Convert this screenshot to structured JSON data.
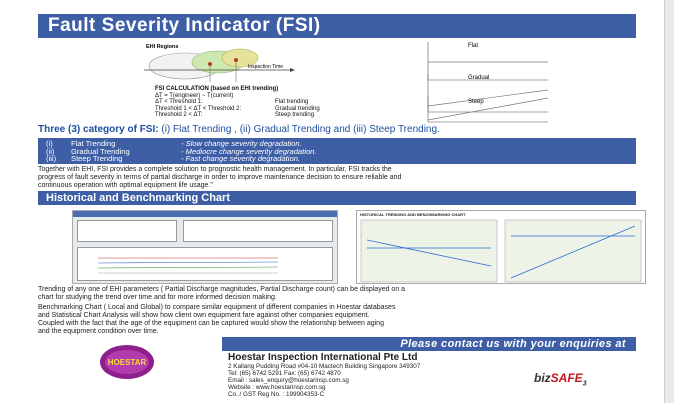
{
  "header": {
    "title": "Fault Severity Indicator (FSI)"
  },
  "diagram": {
    "ehi_regions": "EHI Regions",
    "inspection_time": "Inspection Time"
  },
  "calc": {
    "title": "FSI CALCULATION (based on EHI trending)",
    "formula": "ΔT = T(engineer) − T(current)",
    "rows": [
      {
        "left": "ΔT < Threshold 1:",
        "right": "Flat trending"
      },
      {
        "left": "Threshold 1 < ΔT < Threshold 2:",
        "right": "Gradual trending"
      },
      {
        "left": "Threshold 2 < ΔT:",
        "right": "Steep trending"
      }
    ]
  },
  "mini_charts": [
    "Flat",
    "Gradual",
    "Steep"
  ],
  "three": {
    "heading": "Three (3) category of FSI:",
    "text": "(i) Flat Trending , (ii) Gradual Trending and (iii) Steep Trending."
  },
  "fsi_list": [
    {
      "num": "(i)",
      "term": "Flat Trending",
      "desc": "-   Slow change severity degradation."
    },
    {
      "num": "(ii)",
      "term": "Gradual Trending",
      "desc": "-   Mediocre change severity degradation."
    },
    {
      "num": "(iii)",
      "term": "Steep Trending",
      "desc": "-   Fast change severity degradation."
    }
  ],
  "para1": [
    "Together with EHI, FSI provides a complete solution to prognostic health management. In particular, FSI tracks the",
    "progress of fault severity in terms of partial discharge in order to improve maintenance decision to ensure reliable and",
    "continuous operation with optimal equipment life usage.\""
  ],
  "history": {
    "title": "Historical and Benchmarking Chart",
    "shot_right_title": "HISTORICAL TRENDING AND BENCHMARKING CHART"
  },
  "para2": [
    "Trending of any one of EHI parameters ( Partial Discharge magnitudes, Partial Discharge count) can be displayed on a",
    "chart for studying the trend over time and for more informed decision making."
  ],
  "para3": [
    "Benchmarking Chart ( Local and Global) to compare similar equipment of different companies in Hoestar databases",
    "and Statistical Chart Analysis will show how client own equipment fare against other companies equipment.",
    "Coupled with the fact that the age of the equipment can be captured would show the relationship between aging",
    "and the equipment condition over time."
  ],
  "contact": {
    "banner": "Please contact us with your enquiries at",
    "company": "Hoestar Inspection International Pte Ltd",
    "lines": [
      "2 Kallang Pudding Road #04-10 Mactech Building Singapore 349307",
      "Tel: (65) 6742 5291  Fax: (65) 6742 4870",
      "Email : sales_enquiry@hoestarinsp.com.sg",
      "Website : www.hoestarinsp.com.sg",
      "Co. / GST Reg No. : 199904353-C"
    ]
  },
  "logo": {
    "text": "HOESTAR"
  },
  "bizsafe": {
    "prefix": "biz",
    "safe": "SAFE",
    "level": "3"
  },
  "colors": {
    "band": "#3e5fa6",
    "accent": "#1f4fa0",
    "logo": "#8e1f8b"
  }
}
